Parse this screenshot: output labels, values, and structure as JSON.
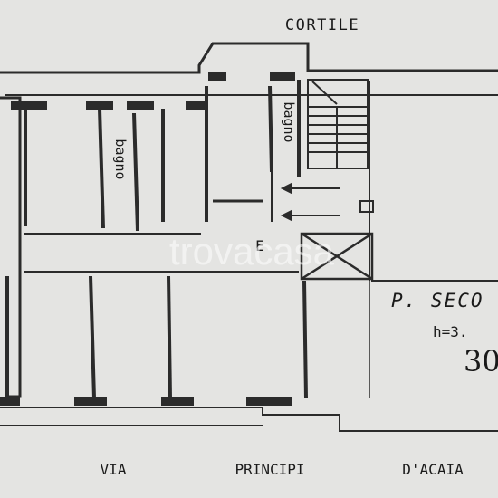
{
  "labels": {
    "courtyard": "CORTILE",
    "bath_1": "bagno",
    "bath_2": "bagno",
    "entrance": "E",
    "floor": "P. SECO",
    "height": "h=3.",
    "handwritten": "30",
    "street_1": "VIA",
    "street_2": "PRINCIPI",
    "street_3": "D'ACAIA"
  },
  "watermark": "trovacasa",
  "colors": {
    "paper": "#e4e4e2",
    "ink": "#1a1a1a",
    "wall": "#2b2b2b"
  }
}
